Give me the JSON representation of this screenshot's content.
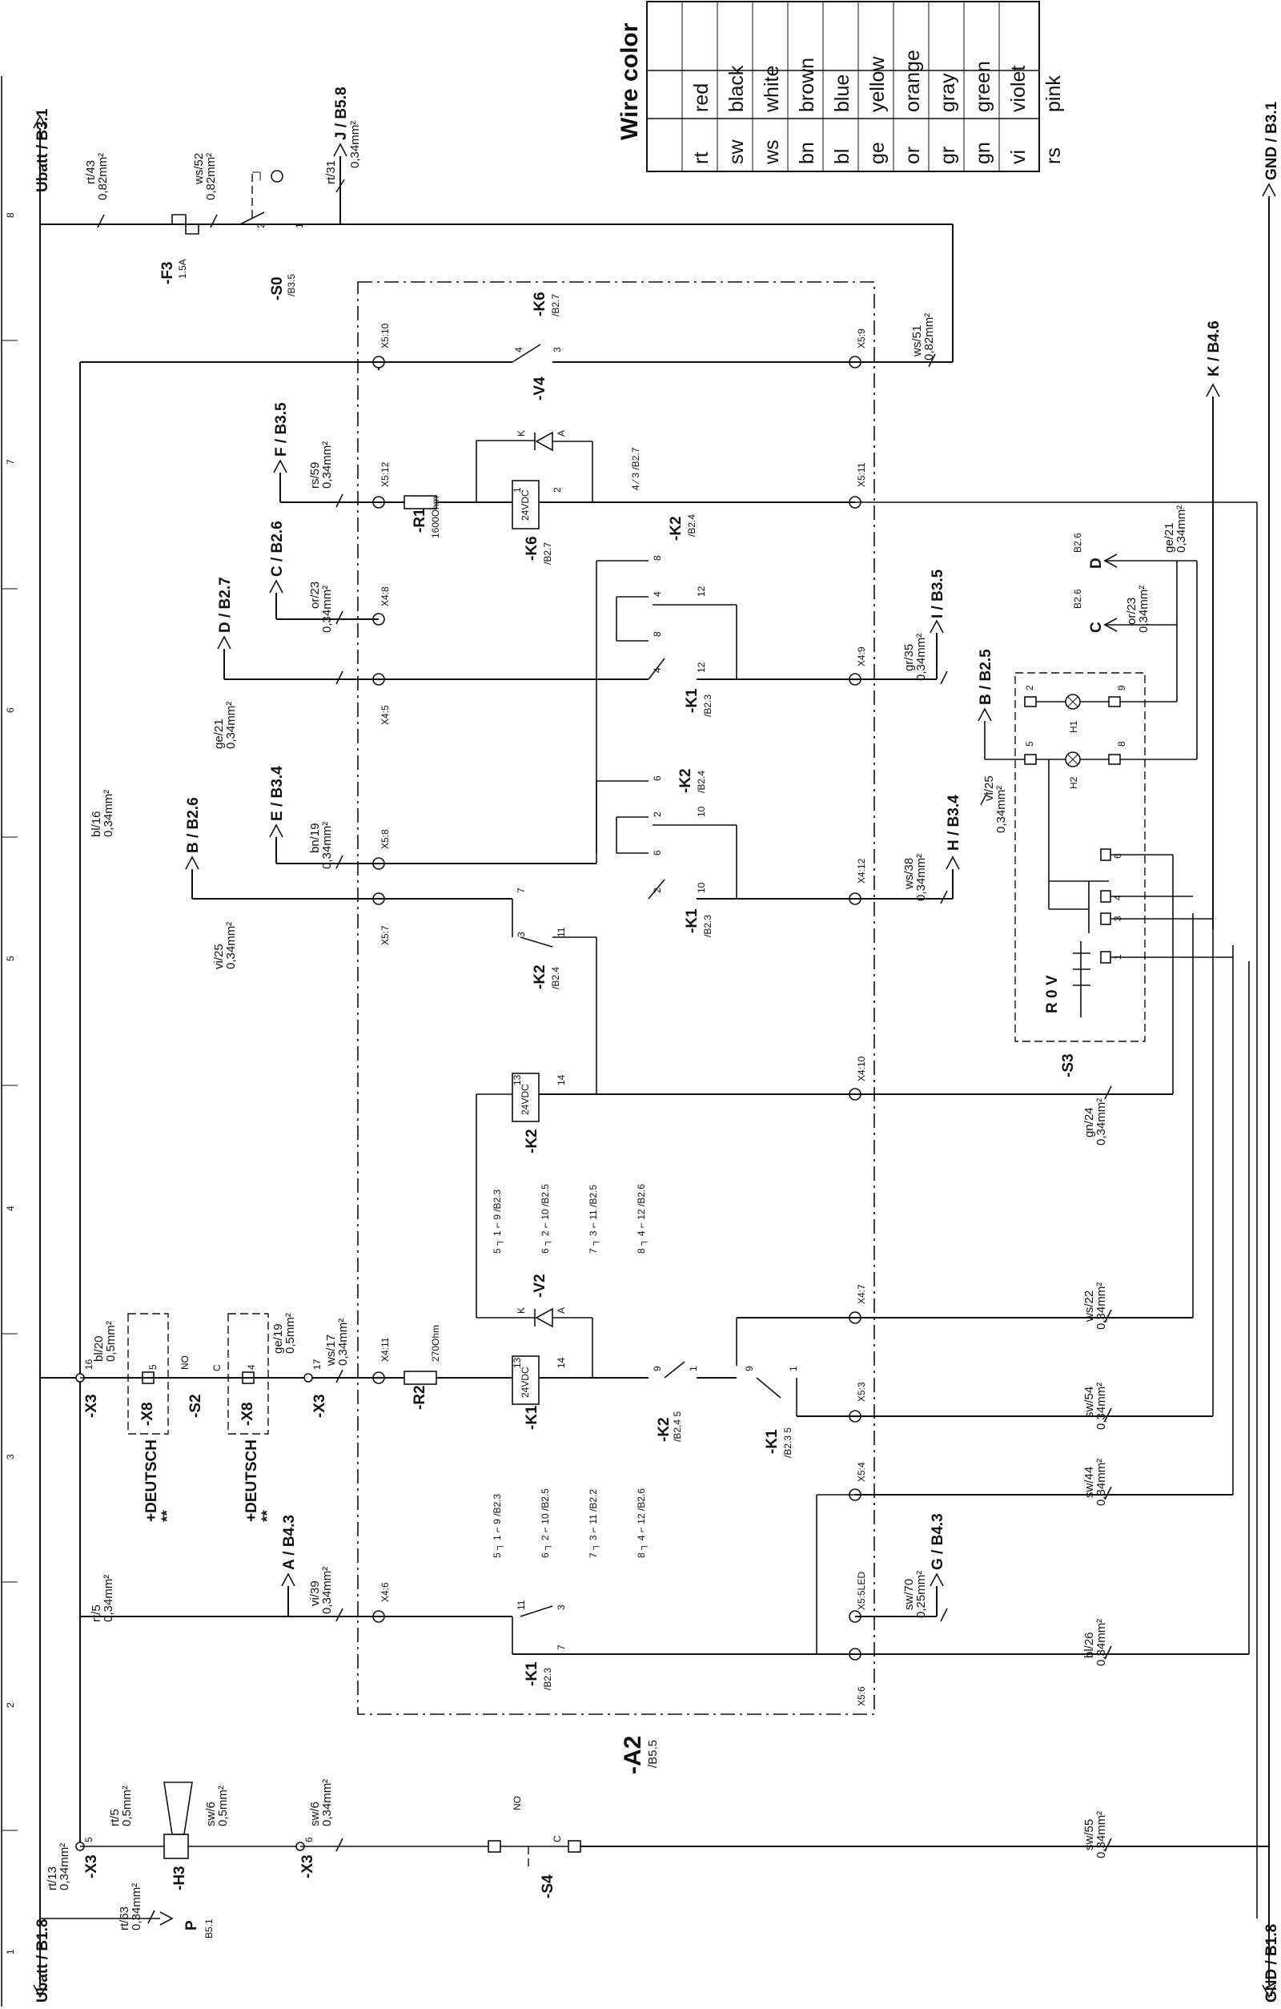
{
  "legend": {
    "title": "Wire color",
    "rows": [
      {
        "code": "rt",
        "color": "red"
      },
      {
        "code": "sw",
        "color": "black"
      },
      {
        "code": "ws",
        "color": "white"
      },
      {
        "code": "bn",
        "color": "brown"
      },
      {
        "code": "bl",
        "color": "blue"
      },
      {
        "code": "ge",
        "color": "yellow"
      },
      {
        "code": "or",
        "color": "orange"
      },
      {
        "code": "gr",
        "color": "gray"
      },
      {
        "code": "gn",
        "color": "green"
      },
      {
        "code": "vi",
        "color": "violet"
      },
      {
        "code": "rs",
        "color": "pink"
      }
    ]
  },
  "ruler": [
    "1",
    "2",
    "3",
    "4",
    "5",
    "6",
    "7",
    "8"
  ],
  "rails": {
    "ubatt_top": "Ubatt / B3.1",
    "ubatt_bottom": "Ubatt / B1.8",
    "gnd_top": "GND / B3.1",
    "gnd_bottom": "GND / B1.8"
  },
  "components": {
    "a2": "-A2",
    "a2_ref": "/B5.5",
    "k6": "-K6",
    "k6_ref": "/B2.7",
    "k6_coil": "24VDC",
    "k1": "-K1",
    "k1_ref": "/B2.3",
    "k2": "-K2",
    "k2_ref": "/B2.4",
    "v4": "-V4",
    "v2": "-V2",
    "r1": "-R1",
    "r1_val": "1600Ohm",
    "r2": "-R2",
    "r2_val": "270Ohm",
    "f3": "-F3",
    "f3_val": "1.5A",
    "s0": "-S0",
    "s0_ref": "/B3.5",
    "s2": "-S2",
    "s3": "-S3",
    "s4": "-S4",
    "x3": "-X3",
    "x8": "-X8",
    "h3": "-H3",
    "deutsch": "+DEUTSCH",
    "stars": "**",
    "coil_24": "24VDC",
    "no": "NO",
    "c": "C",
    "p": "P",
    "p_ref": "B5.1",
    "h1": "H1",
    "h2": "H2",
    "r0v": "R 0 V"
  },
  "terminals": {
    "x5_10": "X5:10",
    "x5_9": "X5:9",
    "x5_12": "X5:12",
    "x5_11": "X5:11",
    "x4_8": "X4:8",
    "x4_5": "X4:5",
    "x4_9": "X4:9",
    "x5_8": "X5:8",
    "x4_12": "X4:12",
    "x5_7": "X5:7",
    "x4_10": "X4:10",
    "x4_7": "X4:7",
    "x4_11": "X4:11",
    "x5_3": "X5:3",
    "x5_4": "X5:4",
    "x4_6": "X4:6",
    "x5_5led": "X5:5LED",
    "x5_6": "X5:6"
  },
  "wires": {
    "rt43": "rt/43",
    "s082": "0,82mm²",
    "ws52": "ws/52",
    "rt31": "rt/31",
    "s034": "0,34mm²",
    "ws51": "ws/51",
    "rs59": "rs/59",
    "or23": "or/23",
    "ge21": "ge/21",
    "gr35": "gr/35",
    "bn19": "bn/19",
    "bl16": "bl/16",
    "vi25": "vi/25",
    "ws38": "ws/38",
    "gn24": "gn/24",
    "ws22": "ws/22",
    "sw54": "sw/54",
    "sw44": "sw/44",
    "sw70": "sw/70",
    "s025": "0,25mm²",
    "bl26": "bl/26",
    "sw55": "sw/55",
    "bl20": "bl/20",
    "s05": "0,5mm²",
    "ge19": "ge/19",
    "ws17": "ws/17",
    "rt5": "rt/5",
    "vi39": "vi/39",
    "sw6": "sw/6",
    "rt13": "rt/13",
    "rt63": "rt/63"
  },
  "xrefs": {
    "j": "J / B5.8",
    "f": "F / B3.5",
    "c": "C / B2.6",
    "d": "D / B2.7",
    "i": "I / B3.5",
    "e": "E / B3.4",
    "b": "B / B2.6",
    "h": "H / B3.4",
    "k": "K / B4.6",
    "a": "A / B4.3",
    "g": "G / B4.3",
    "b25": "B / B2.5",
    "b26c": "B2.6",
    "b26d": "B2.6"
  }
}
